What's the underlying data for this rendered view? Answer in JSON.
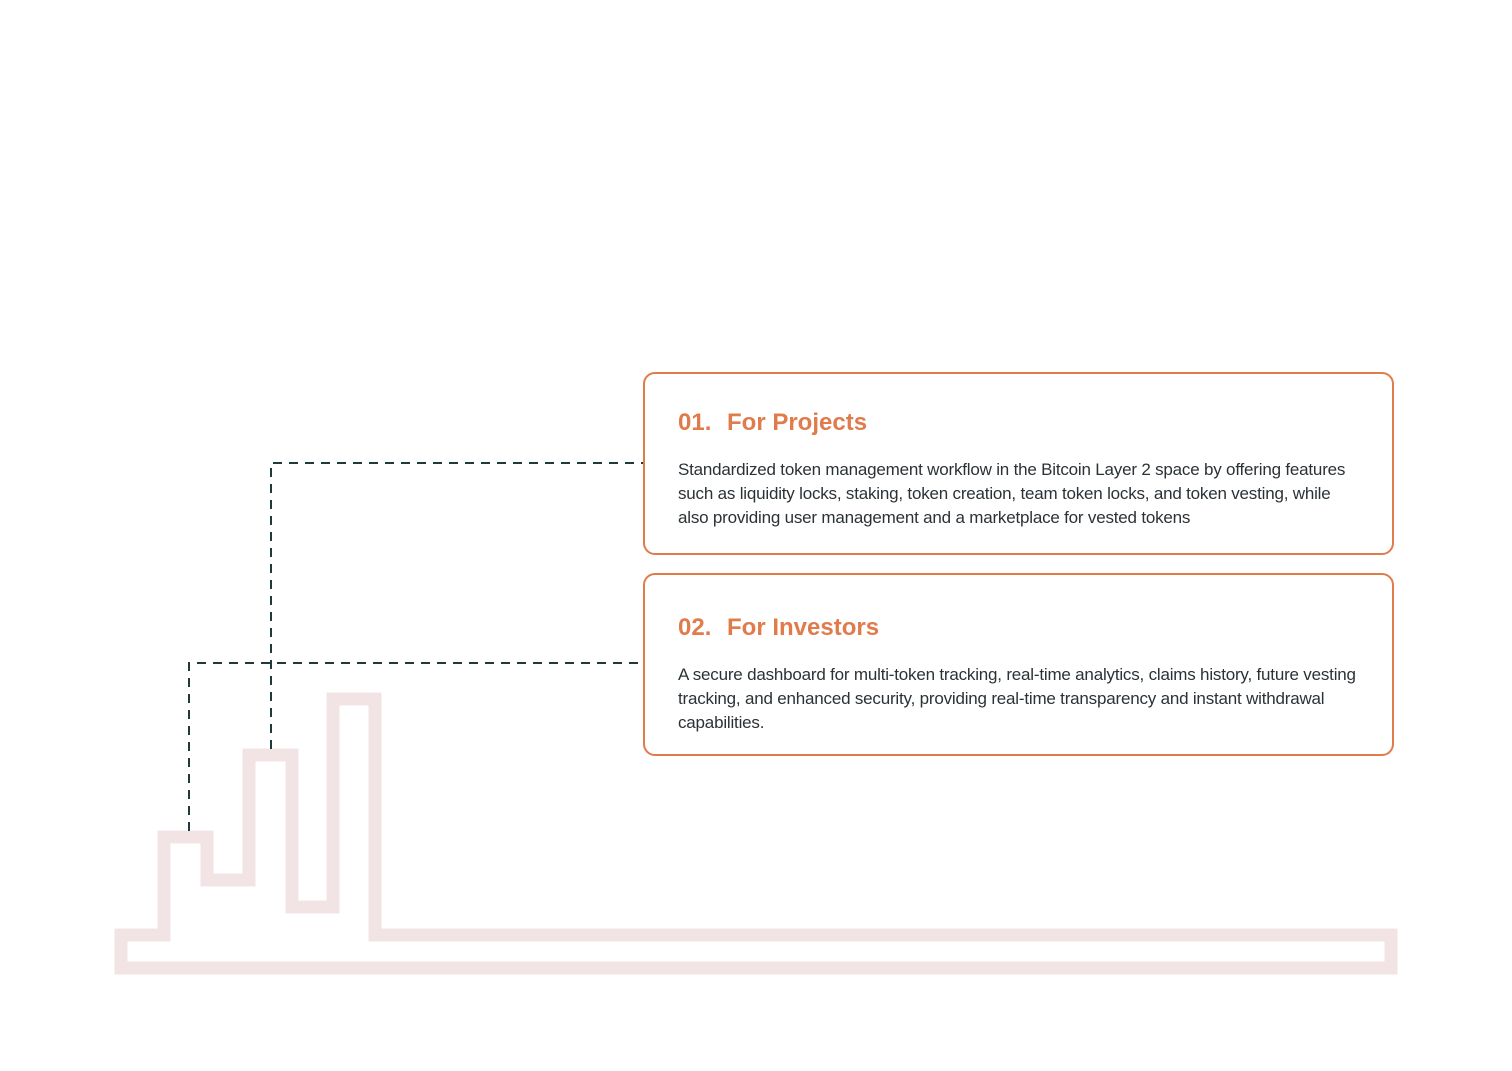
{
  "colors": {
    "accent": "#E07B4B",
    "text": "#2B3236",
    "connector": "#1F3A3A",
    "skyline": "#F2E4E5"
  },
  "cards": [
    {
      "number": "01.",
      "title": "For Projects",
      "body": "Standardized token management workflow in the Bitcoin Layer 2 space by offering features such as liquidity locks, staking, token creation, team token locks, and token vesting, while also providing user management and a marketplace for vested tokens"
    },
    {
      "number": "02.",
      "title": "For Investors",
      "body": "A secure dashboard for multi-token tracking, real-time analytics, claims history, future vesting tracking, and enhanced security, providing real-time transparency and instant withdrawal capabilities."
    }
  ]
}
